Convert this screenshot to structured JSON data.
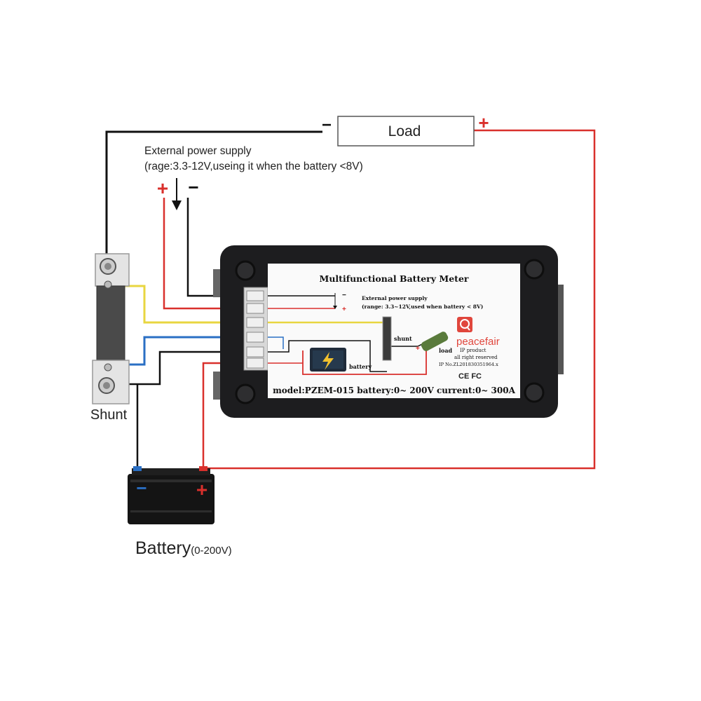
{
  "load": {
    "label": "Load",
    "minus": "−",
    "plus": "+"
  },
  "external_supply": {
    "title": "External power supply",
    "note": "(rage:3.3-12V,useing it when the battery <8V)",
    "plus": "+",
    "minus": "−"
  },
  "shunt": {
    "label": "Shunt"
  },
  "battery": {
    "label": "Battery",
    "range": "(0-200V)",
    "minus": "−",
    "plus": "+"
  },
  "meter": {
    "title": "Multifunctional Battery Meter",
    "ext_supply_title": "External power supply",
    "ext_supply_note": "(range: 3.3~12V,used when battery < 8V)",
    "shunt_label": "shunt",
    "load_label": "load",
    "battery_label": "battery",
    "brand": "peacefair",
    "ip_product": "IP product",
    "rights": "all right reserved",
    "patent": "IP No.ZL201830351964.x",
    "certs": "CE FC",
    "model_line": "model:PZEM-015 battery:0~ 200V current:0~ 300A"
  },
  "colors": {
    "red_wire": "#d9302c",
    "black_wire": "#111111",
    "yellow_wire": "#e8d640",
    "blue_wire": "#2a6fc4",
    "meter_body": "#1d1d1f",
    "meter_label_bg": "#fafafa",
    "brand_red": "#e0463c"
  }
}
